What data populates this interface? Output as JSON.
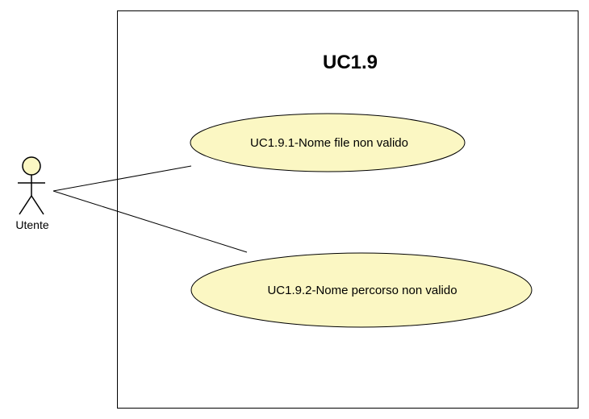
{
  "system": {
    "title": "UC1.9"
  },
  "actor": {
    "name": "Utente"
  },
  "use_cases": [
    {
      "label": "UC1.9.1-Nome file non valido"
    },
    {
      "label": "UC1.9.2-Nome percorso non valido"
    }
  ],
  "colors": {
    "use_case_fill": "#fbf7c3",
    "actor_head_fill": "#fbf7c3",
    "stroke": "#000000",
    "background": "#ffffff"
  }
}
